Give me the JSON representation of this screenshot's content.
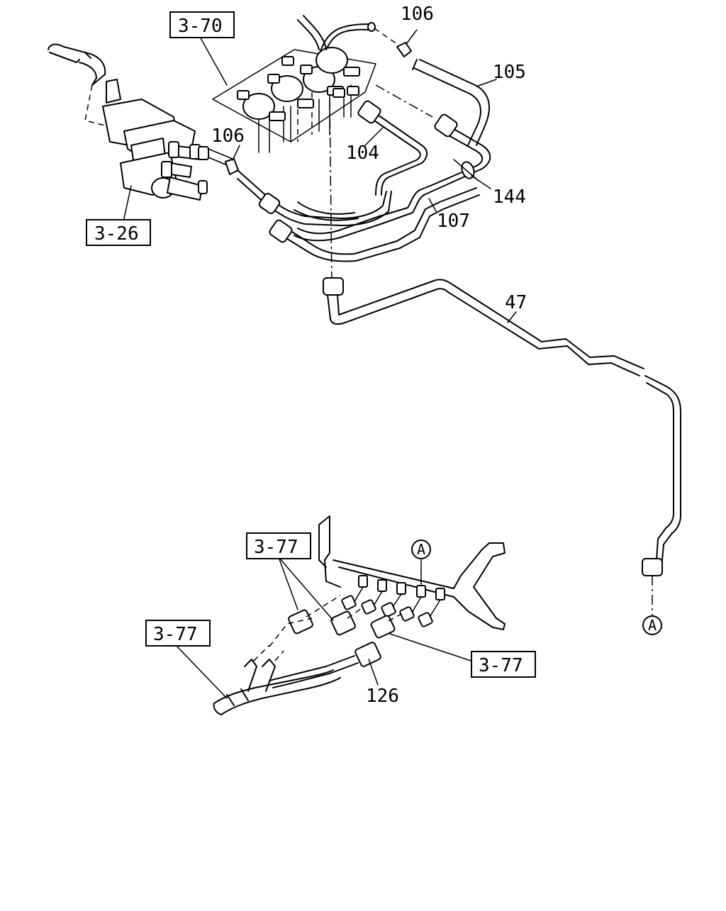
{
  "labels": {
    "ref_3_70": "3-70",
    "ref_3_26": "3-26",
    "ref_3_77_left": "3-77",
    "ref_3_77_top": "3-77",
    "ref_3_77_right": "3-77",
    "p106_top": "106",
    "p106_left": "106",
    "p105": "105",
    "p104": "104",
    "p144": "144",
    "p107": "107",
    "p47": "47",
    "p126": "126",
    "marker_a_bottom": "A",
    "marker_a_right": "A"
  }
}
